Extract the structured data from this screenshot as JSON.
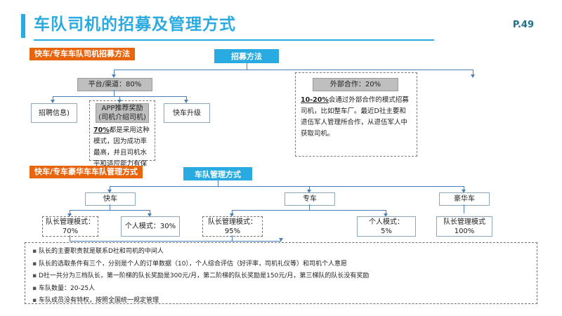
{
  "header": {
    "title": "车队司机的招募及管理方式",
    "page_label": "P.49",
    "accent_color": "#29ABE2"
  },
  "sections": {
    "recruit": {
      "tag": "快车/专车车队司机招募方法",
      "chip": "招募方法",
      "platform_box": "平台/渠道：80%",
      "external_box": "外部合作：20%",
      "children": [
        {
          "label": "招聘信息)"
        },
        {
          "label": "APP推荐奖励\n(司机介绍司机)"
        },
        {
          "label": "快车升级"
        }
      ],
      "app_box_line1": "APP推荐奖励",
      "app_box_line2": "(司机介绍司机)",
      "app_note_bold": "70%",
      "app_note_rest": "都是采用这种模式，因为成功率最高，并且司机水平和适应能力有保障。",
      "external_note_bold": "10-20%",
      "external_note_rest": "会通过外部合作的模式招募司机，比如整车厂。最近D社主要和退伍军人管理所合作，从退伍军人中获取司机。"
    },
    "manage": {
      "tag": "快车/专车豪华车车队管理方式",
      "chip": "车队管理方式",
      "branches": [
        {
          "name": "快车",
          "modes": [
            {
              "line1": "队长管理模式：",
              "line2": "70%",
              "dashed": true
            },
            {
              "line1": "个人模式：30%",
              "line2": "",
              "dashed": false
            }
          ]
        },
        {
          "name": "专车",
          "modes": [
            {
              "line1": "队长管理模式：",
              "line2": "95%",
              "dashed": true
            },
            {
              "line1": "个人模式：",
              "line2": "5%",
              "dashed": false
            }
          ]
        },
        {
          "name": "豪华车",
          "modes": [
            {
              "line1": "队长管理模式",
              "line2": "100%",
              "dashed": false
            }
          ]
        }
      ]
    }
  },
  "notes": {
    "bullet_glyph": "▪",
    "items": [
      "队长的主要职责就是联系D社和司机的中间人",
      "队长的选取条件有三个，分别是个人的订单数据（10），个人综合评估（好评率，司机礼仪等）和司机个人意愿",
      "D社一共分为三档队长，第一阶梯的队长奖励是300元/月，第二阶梯的队长奖励是150元/月，第三梯队的队长没有奖励",
      "车队数量：20-25人",
      "车队成员没有特权，按照全国统一规定管理"
    ]
  }
}
